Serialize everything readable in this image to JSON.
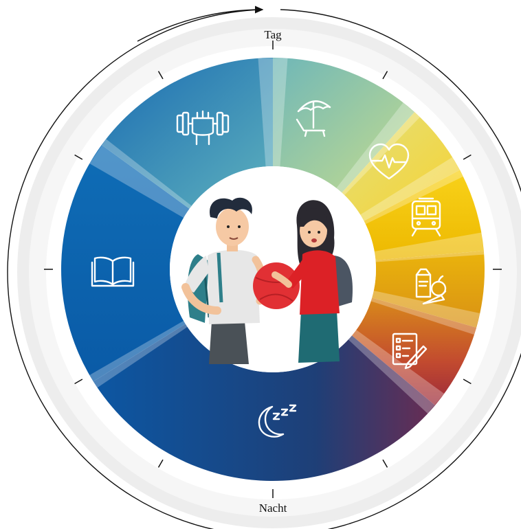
{
  "wheel": {
    "top_label": "Tag",
    "bottom_label": "Nacht",
    "segments": [
      {
        "id": "vacation",
        "icon": "beach-umbrella-icon",
        "color": "#8ec6a6"
      },
      {
        "id": "health",
        "icon": "heart-pulse-icon",
        "color": "#f0dc5a"
      },
      {
        "id": "transport",
        "icon": "train-icon",
        "color": "#f2c400"
      },
      {
        "id": "food",
        "icon": "groceries-icon",
        "color": "#e3a713"
      },
      {
        "id": "homework",
        "icon": "checklist-pen-icon",
        "color": "#c9572b"
      },
      {
        "id": "sleep",
        "icon": "moon-sleep-icon",
        "color": "#0b4790"
      },
      {
        "id": "reading",
        "icon": "open-book-icon",
        "color": "#0a64b2"
      },
      {
        "id": "sport",
        "icon": "dumbbell-fist-icon",
        "color": "#2c8cb7"
      }
    ],
    "center_image": "two-students-illustration"
  }
}
